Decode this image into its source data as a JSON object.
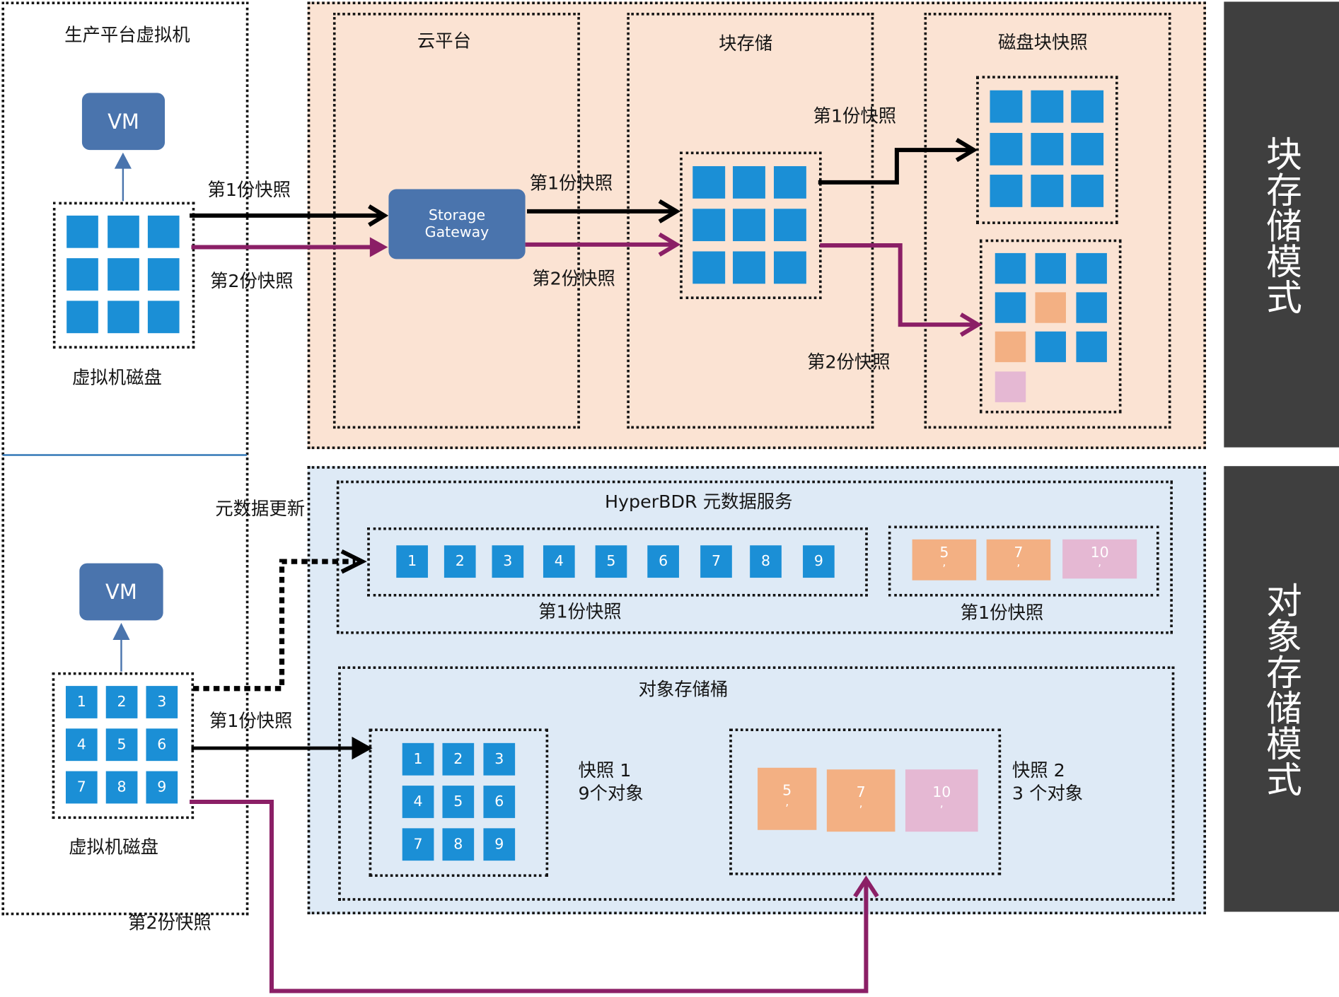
{
  "colors": {
    "tile_blue": "#1b8fd6",
    "changed_orange": "#f3b083",
    "new_pink": "#e5b8d3",
    "vm_blue": "#4a74ad",
    "block_bg": "#fbe3d3",
    "object_bg": "#deeaf6",
    "band_dark": "#3f3f3f",
    "arrow_purple": "#8b1f66"
  },
  "labels": {
    "prod_vm_title": "生产平台虚拟机",
    "vm": "VM",
    "vm_disk": "虚拟机磁盘",
    "snap1": "第1份快照",
    "snap2": "第2份快照",
    "cloud_platform": "云平台",
    "block_storage": "块存储",
    "disk_block_snapshot": "磁盘块快照",
    "gateway_line1": "Storage",
    "gateway_line2": "Gateway",
    "block_mode": "块存储模式",
    "object_mode": "对象存储模式",
    "metadata_update": "元数据更新",
    "metadata_service": "HyperBDR 元数据服务",
    "object_bucket": "对象存储桶",
    "snapshot1_line1": "快照 1",
    "snapshot1_line2": "9个对象",
    "snapshot2_line1": "快照 2",
    "snapshot2_line2": "3 个对象"
  },
  "numbers": [
    "1",
    "2",
    "3",
    "4",
    "5",
    "6",
    "7",
    "8",
    "9"
  ],
  "incremental_objects": [
    "5",
    "7",
    "10"
  ],
  "incremental_marks": [
    ",",
    ",",
    ","
  ]
}
